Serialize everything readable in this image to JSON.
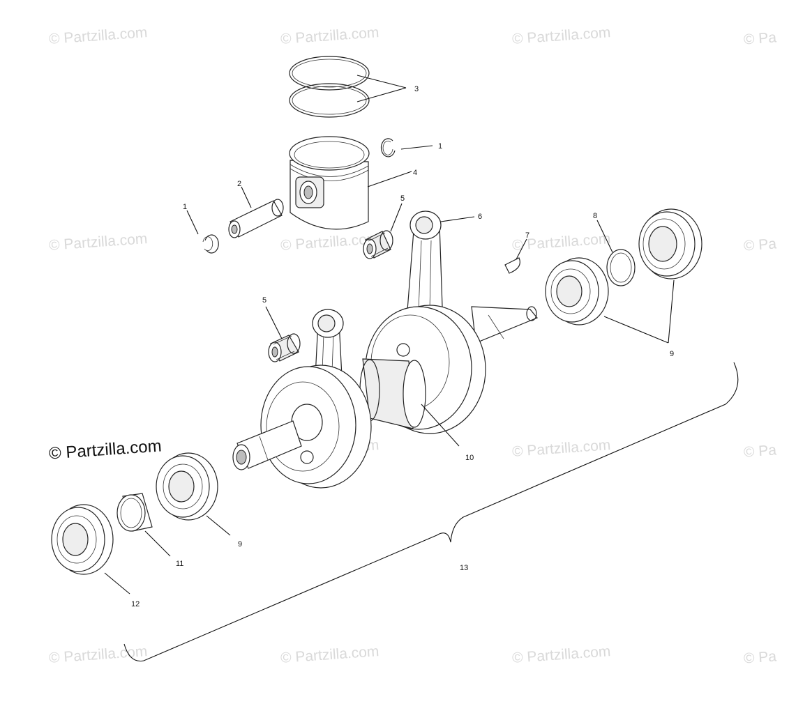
{
  "watermark": {
    "text": "© Partzilla.com",
    "partial_text": "© Pa"
  },
  "copyright": {
    "text": "© Partzilla.com"
  },
  "callouts": {
    "c1a": "1",
    "c1b": "1",
    "c2": "2",
    "c3": "3",
    "c4": "4",
    "c5a": "5",
    "c5b": "5",
    "c6": "6",
    "c7": "7",
    "c8": "8",
    "c9a": "9",
    "c9b": "9",
    "c10": "10",
    "c11": "11",
    "c12": "12",
    "c13": "13"
  },
  "parts": [
    {
      "ref": "1",
      "icon": "circlip-icon"
    },
    {
      "ref": "2",
      "icon": "piston-pin-icon"
    },
    {
      "ref": "3",
      "icon": "piston-ring-icon"
    },
    {
      "ref": "4",
      "icon": "piston-icon"
    },
    {
      "ref": "5",
      "icon": "needle-bearing-icon"
    },
    {
      "ref": "6",
      "icon": "connecting-rod-icon"
    },
    {
      "ref": "7",
      "icon": "woodruff-key-icon"
    },
    {
      "ref": "8",
      "icon": "shim-ring-icon"
    },
    {
      "ref": "9",
      "icon": "ball-bearing-icon"
    },
    {
      "ref": "10",
      "icon": "crankshaft-icon"
    },
    {
      "ref": "11",
      "icon": "spacer-ring-icon"
    },
    {
      "ref": "12",
      "icon": "oil-seal-icon"
    },
    {
      "ref": "13",
      "icon": "crankshaft-assembly-bracket-icon"
    }
  ]
}
